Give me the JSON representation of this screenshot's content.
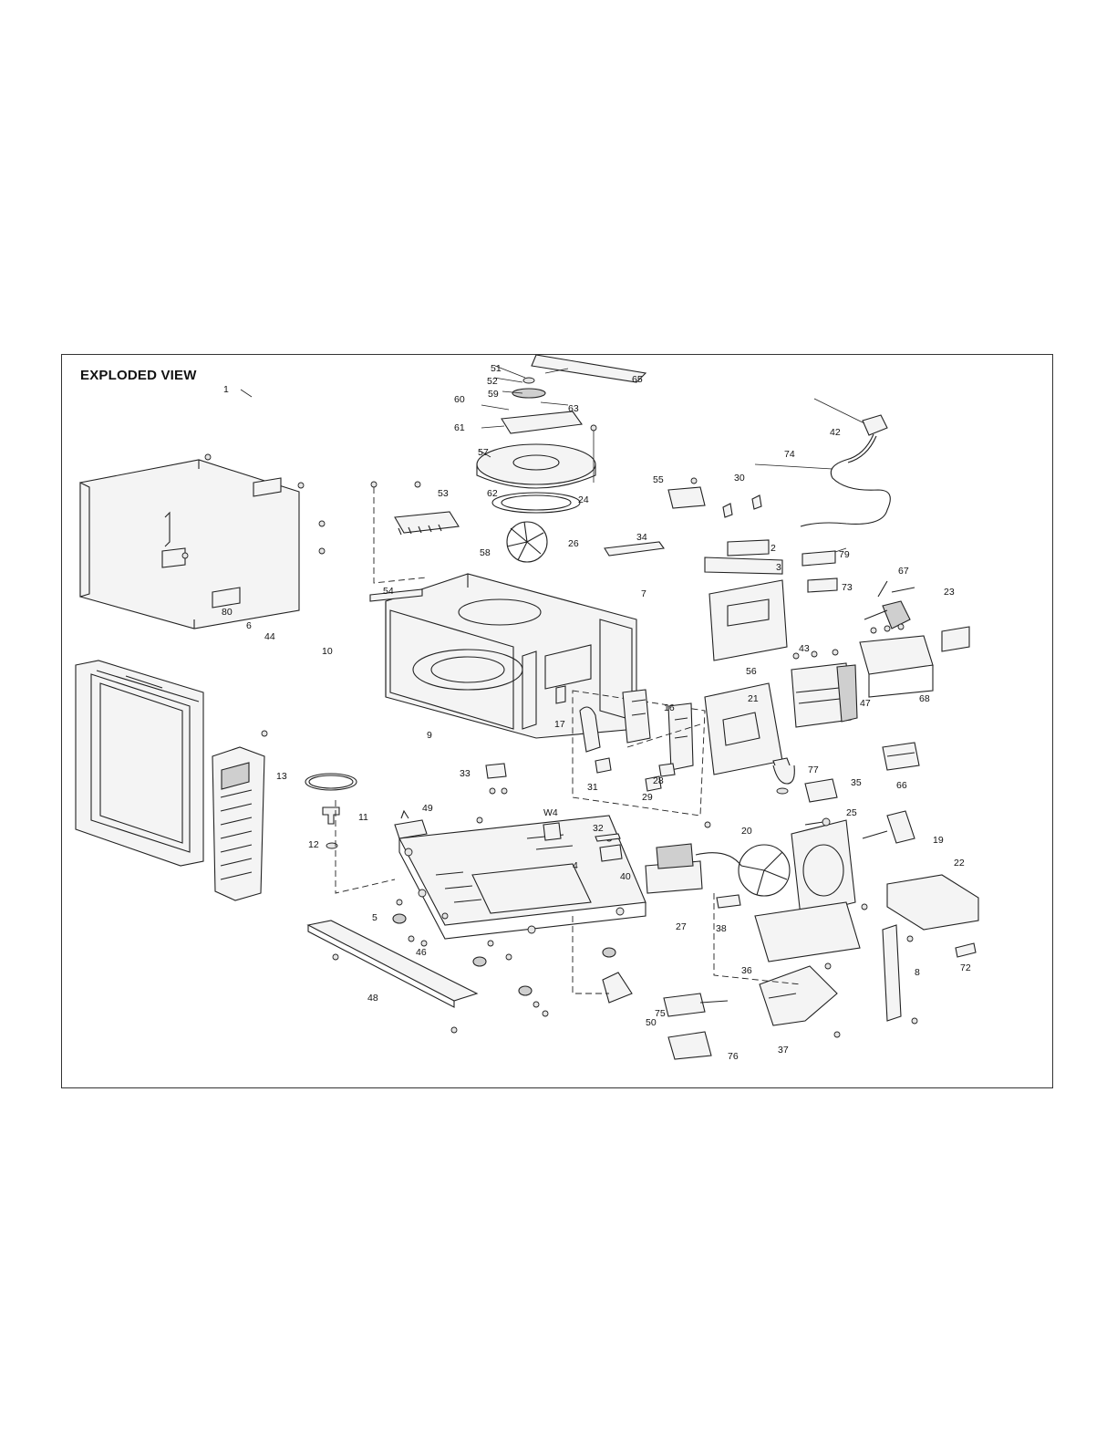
{
  "diagram": {
    "title": "EXPLODED VIEW",
    "callouts": [
      "1",
      "2",
      "3",
      "4",
      "5",
      "6",
      "7",
      "8",
      "9",
      "10",
      "11",
      "12",
      "13",
      "16",
      "17",
      "19",
      "20",
      "21",
      "22",
      "23",
      "24",
      "25",
      "26",
      "27",
      "28",
      "29",
      "30",
      "31",
      "32",
      "33",
      "34",
      "35",
      "36",
      "37",
      "38",
      "40",
      "42",
      "43",
      "44",
      "46",
      "47",
      "48",
      "49",
      "50",
      "51",
      "52",
      "53",
      "54",
      "55",
      "56",
      "57",
      "58",
      "59",
      "60",
      "61",
      "62",
      "63",
      "65",
      "66",
      "67",
      "68",
      "72",
      "73",
      "74",
      "75",
      "76",
      "77",
      "79",
      "80",
      "W4"
    ]
  }
}
